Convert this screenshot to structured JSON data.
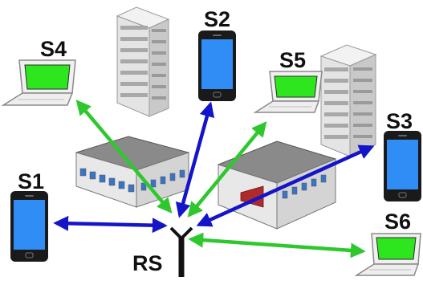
{
  "labels": {
    "relay": "RS",
    "s1": "S1",
    "s2": "S2",
    "s3": "S3",
    "s4": "S4",
    "s5": "S5",
    "s6": "S6"
  },
  "legend_colors": {
    "phone_link": "#1414c8",
    "laptop_link": "#2ec82e",
    "phone_screen": "#2f8df5",
    "laptop_screen": "#2ee61e",
    "roof": "#8a8a8a",
    "wall": "#e8e8e8"
  },
  "nodes": [
    {
      "id": "S1",
      "device": "phone",
      "link": "phone_link"
    },
    {
      "id": "S2",
      "device": "phone",
      "link": "phone_link"
    },
    {
      "id": "S3",
      "device": "phone",
      "link": "phone_link"
    },
    {
      "id": "S4",
      "device": "laptop",
      "link": "laptop_link"
    },
    {
      "id": "S5",
      "device": "laptop",
      "link": "laptop_link"
    },
    {
      "id": "S6",
      "device": "laptop",
      "link": "laptop_link"
    }
  ]
}
